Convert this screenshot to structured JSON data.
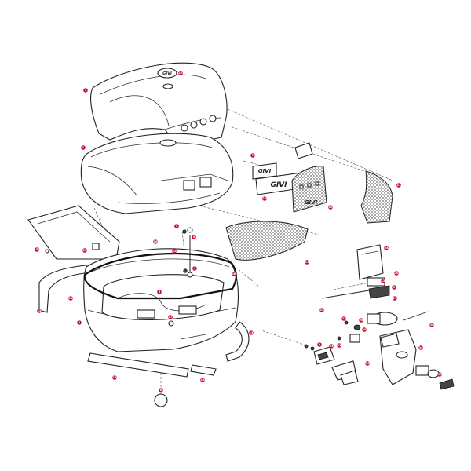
{
  "brand": {
    "logo_text": "GIVI"
  },
  "callouts": [
    {
      "num": "1"
    },
    {
      "num": "17"
    },
    {
      "num": "1"
    },
    {
      "num": "7"
    },
    {
      "num": "18"
    },
    {
      "num": "11"
    },
    {
      "num": "10"
    },
    {
      "num": "5"
    },
    {
      "num": "15"
    },
    {
      "num": "16"
    },
    {
      "num": "22"
    },
    {
      "num": "9"
    },
    {
      "num": "5"
    },
    {
      "num": "4"
    },
    {
      "num": "11"
    },
    {
      "num": "24"
    },
    {
      "num": "12"
    },
    {
      "num": "20"
    },
    {
      "num": "3"
    },
    {
      "num": "21"
    },
    {
      "num": "13"
    },
    {
      "num": "13"
    },
    {
      "num": "13"
    },
    {
      "num": "13"
    },
    {
      "num": "6"
    },
    {
      "num": "19"
    },
    {
      "num": "27"
    },
    {
      "num": "28"
    },
    {
      "num": "25"
    },
    {
      "num": "23"
    },
    {
      "num": "26"
    },
    {
      "num": "29"
    },
    {
      "num": "30"
    },
    {
      "num": "31"
    },
    {
      "num": "2"
    },
    {
      "num": "8"
    },
    {
      "num": "14"
    },
    {
      "num": "33"
    },
    {
      "num": "9"
    },
    {
      "num": "32"
    },
    {
      "num": "34"
    }
  ]
}
